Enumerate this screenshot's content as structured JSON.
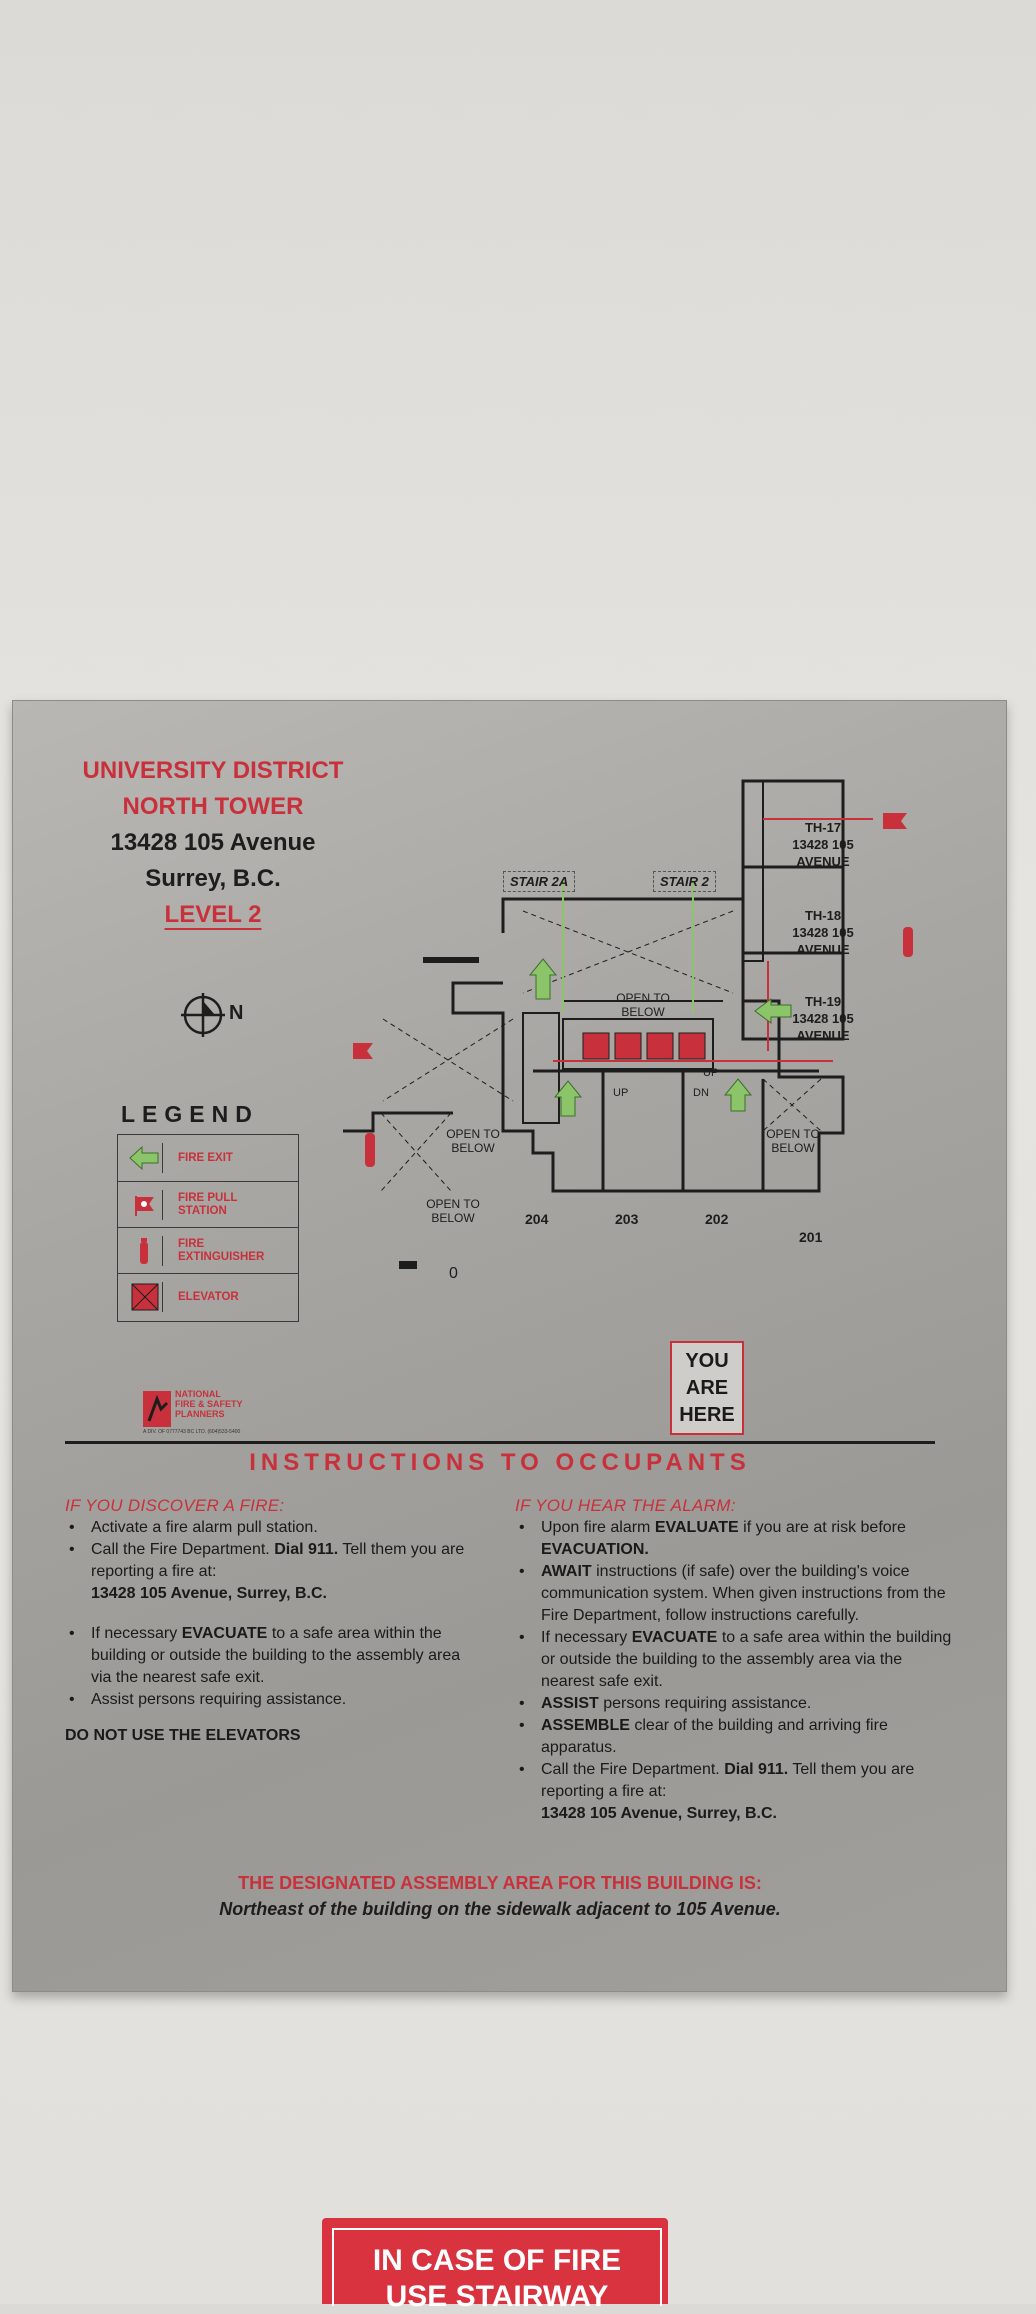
{
  "header": {
    "line1": "UNIVERSITY DISTRICT",
    "line2": "NORTH TOWER",
    "address": "13428 105 Avenue",
    "city": "Surrey, B.C.",
    "level": "LEVEL 2"
  },
  "compass": {
    "label": "N"
  },
  "legend": {
    "title": "LEGEND",
    "items": [
      {
        "label": "FIRE EXIT",
        "icon": "green-arrow-icon"
      },
      {
        "label": "FIRE PULL STATION",
        "icon": "pull-station-icon"
      },
      {
        "label": "FIRE EXTINGUISHER",
        "icon": "extinguisher-icon"
      },
      {
        "label": "ELEVATOR",
        "icon": "elevator-icon"
      }
    ]
  },
  "floorplan": {
    "stairs": [
      "STAIR 2A",
      "STAIR 2"
    ],
    "townhouses": [
      {
        "id": "TH-17",
        "addr1": "13428 105",
        "addr2": "AVENUE"
      },
      {
        "id": "TH-18",
        "addr1": "13428 105",
        "addr2": "AVENUE"
      },
      {
        "id": "TH-19",
        "addr1": "13428 105",
        "addr2": "AVENUE"
      }
    ],
    "open_to_below": "OPEN TO BELOW",
    "open_to_below_lines": [
      "OPEN TO",
      "BELOW"
    ],
    "units": [
      "204",
      "203",
      "202",
      "201"
    ],
    "small_zero": "0",
    "up_label": "UP",
    "dn_label": "DN"
  },
  "you_are_here": [
    "YOU",
    "ARE",
    "HERE"
  ],
  "logo": {
    "lines": [
      "NATIONAL",
      "FIRE & SAFETY",
      "PLANNERS"
    ],
    "small": "A DIV. OF 0777743 BC LTD.     (604)533-5400"
  },
  "instructions": {
    "title": "INSTRUCTIONS TO OCCUPANTS",
    "discover": {
      "heading": "IF YOU DISCOVER A FIRE:",
      "b1": "Activate a fire alarm pull station.",
      "b2a": "Call the Fire Department.",
      "b2b": "Dial 911.",
      "b2c": "Tell them you are reporting a fire at:",
      "b2d": "13428 105 Avenue, Surrey, B.C.",
      "b3a": "If necessary",
      "b3b": "EVACUATE",
      "b3c": "to a safe area within the building or outside the building to the assembly area via the nearest safe exit.",
      "b4": "Assist persons requiring assistance.",
      "warning": "DO NOT USE THE ELEVATORS"
    },
    "alarm": {
      "heading": "IF YOU HEAR THE ALARM:",
      "b1a": "Upon fire alarm",
      "b1b": "EVALUATE",
      "b1c": "if you are at risk before",
      "b1d": "EVACUATION.",
      "b2a": "AWAIT",
      "b2b": "instructions (if safe) over the building's voice communication system. When given instructions from the Fire Department, follow instructions carefully.",
      "b3a": "If necessary",
      "b3b": "EVACUATE",
      "b3c": "to a safe area within the building or outside the building to the assembly area via the nearest safe exit.",
      "b4a": "ASSIST",
      "b4b": "persons requiring assistance.",
      "b5a": "ASSEMBLE",
      "b5b": "clear of the building and arriving fire apparatus.",
      "b6a": "Call the Fire Department.",
      "b6b": "Dial 911.",
      "b6c": "Tell them you are reporting a fire at:",
      "b6d": "13428 105 Avenue, Surrey, B.C."
    },
    "assembly_heading": "THE DESIGNATED ASSEMBLY AREA FOR THIS BUILDING IS:",
    "assembly_text": "Northeast of the building on the sidewalk adjacent to 105 Avenue."
  },
  "bottom_sign": {
    "line1": "IN CASE OF FIRE",
    "line2": "USE STAIRWAY"
  },
  "colors": {
    "accent_red": "#c8313b",
    "exit_green": "#6aa84f",
    "panel": "#a8a6a2"
  }
}
